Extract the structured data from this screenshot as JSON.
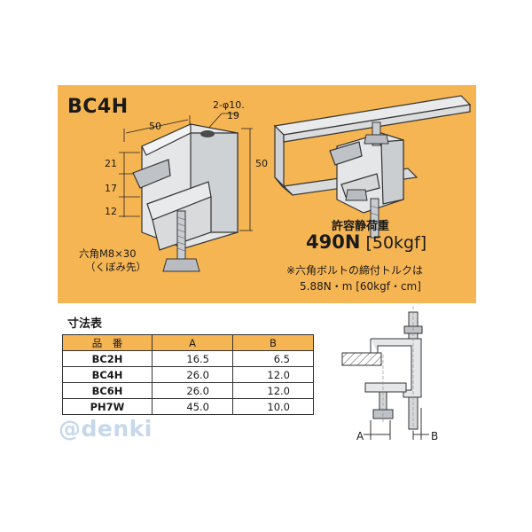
{
  "product": {
    "model": "BC4H"
  },
  "drawing": {
    "dims": {
      "width_top": "50",
      "hole": "2-φ10.",
      "hole_offset": "19",
      "height_right": "50",
      "h1": "21",
      "h2": "17",
      "h3": "12"
    },
    "bolt_label_1": "六角M8×30",
    "bolt_label_2": "（くぼみ先）"
  },
  "load": {
    "title": "許容静荷重",
    "value_main": "490N",
    "value_sub": "[50kgf]",
    "note_1": "※六角ボルトの締付トルクは",
    "note_2": "5.88N・m [60kgf・cm]"
  },
  "table": {
    "title": "寸法表",
    "headers": [
      "品　番",
      "A",
      "B"
    ],
    "rows": [
      [
        "BC2H",
        "16.5",
        "6.5"
      ],
      [
        "BC4H",
        "26.0",
        "12.0"
      ],
      [
        "BC6H",
        "26.0",
        "12.0"
      ],
      [
        "PH7W",
        "45.0",
        "10.0"
      ]
    ]
  },
  "side_view": {
    "label_a": "A",
    "label_b": "B"
  },
  "watermark": "@denki",
  "colors": {
    "panel": "#f6b553",
    "table_header": "#f6b553",
    "metal": "#d6d8da"
  }
}
